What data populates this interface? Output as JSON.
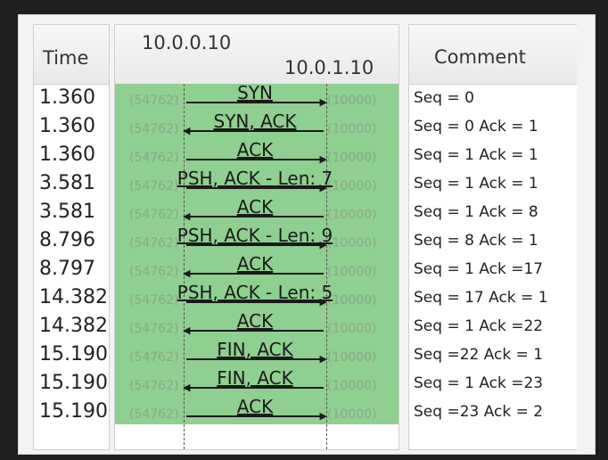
{
  "header": {
    "time": "Time",
    "comment": "Comment",
    "host_a": "10.0.0.10",
    "host_b": "10.0.1.10"
  },
  "ports": {
    "left": "(54762)",
    "right": "(10000)"
  },
  "rows": [
    {
      "time": "1.360",
      "label": "SYN",
      "direction": "right",
      "comment": "Seq = 0"
    },
    {
      "time": "1.360",
      "label": "SYN, ACK",
      "direction": "left",
      "comment": "Seq = 0 Ack = 1"
    },
    {
      "time": "1.360",
      "label": "ACK",
      "direction": "right",
      "comment": "Seq = 1 Ack = 1"
    },
    {
      "time": "3.581",
      "label": "PSH, ACK - Len: 7",
      "direction": "right",
      "comment": "Seq = 1 Ack = 1"
    },
    {
      "time": "3.581",
      "label": "ACK",
      "direction": "left",
      "comment": "Seq = 1 Ack = 8"
    },
    {
      "time": "8.796",
      "label": "PSH, ACK - Len: 9",
      "direction": "right",
      "comment": "Seq = 8 Ack = 1"
    },
    {
      "time": "8.797",
      "label": "ACK",
      "direction": "left",
      "comment": "Seq = 1 Ack =17"
    },
    {
      "time": "14.382",
      "label": "PSH, ACK - Len: 5",
      "direction": "right",
      "comment": "Seq = 17 Ack = 1"
    },
    {
      "time": "14.382",
      "label": "ACK",
      "direction": "left",
      "comment": "Seq = 1 Ack =22"
    },
    {
      "time": "15.190",
      "label": "FIN, ACK",
      "direction": "right",
      "comment": "Seq =22 Ack = 1"
    },
    {
      "time": "15.190",
      "label": "FIN, ACK",
      "direction": "left",
      "comment": "Seq = 1 Ack =23"
    },
    {
      "time": "15.190",
      "label": "ACK",
      "direction": "right",
      "comment": "Seq =23 Ack = 2"
    }
  ]
}
